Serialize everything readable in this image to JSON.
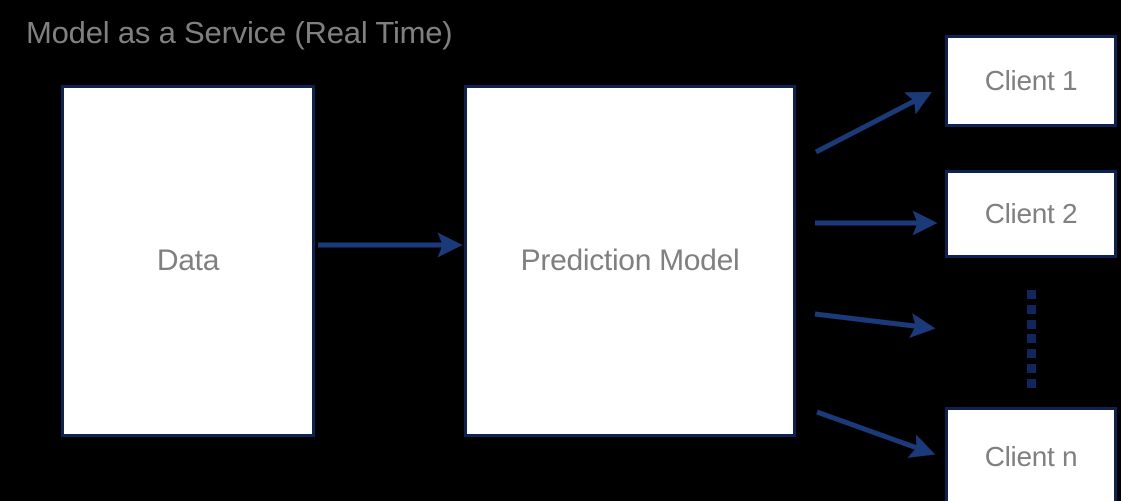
{
  "diagram": {
    "title": "Model as a Service (Real Time)",
    "colors": {
      "background": "#000000",
      "box_border": "#0d2252",
      "box_fill": "#ffffff",
      "text": "#808080",
      "arrow": "#1a3a7a",
      "ellipsis_dot": "#11265c"
    },
    "nodes": {
      "data": {
        "label": "Data"
      },
      "prediction_model": {
        "label": "Prediction Model"
      },
      "client_1": {
        "label": "Client 1"
      },
      "client_2": {
        "label": "Client 2"
      },
      "client_n": {
        "label": "Client n"
      }
    },
    "ellipsis": {
      "name": "vertical-ellipsis",
      "dot_count": 7
    },
    "arrows": [
      {
        "name": "arrow-data-to-model",
        "from": "data",
        "to": "prediction_model"
      },
      {
        "name": "arrow-model-to-client-1",
        "from": "prediction_model",
        "to": "client_1"
      },
      {
        "name": "arrow-model-to-client-2",
        "from": "prediction_model",
        "to": "client_2"
      },
      {
        "name": "arrow-model-to-clients",
        "from": "prediction_model",
        "to": "ellipsis"
      },
      {
        "name": "arrow-model-to-client-n",
        "from": "prediction_model",
        "to": "client_n"
      }
    ]
  }
}
